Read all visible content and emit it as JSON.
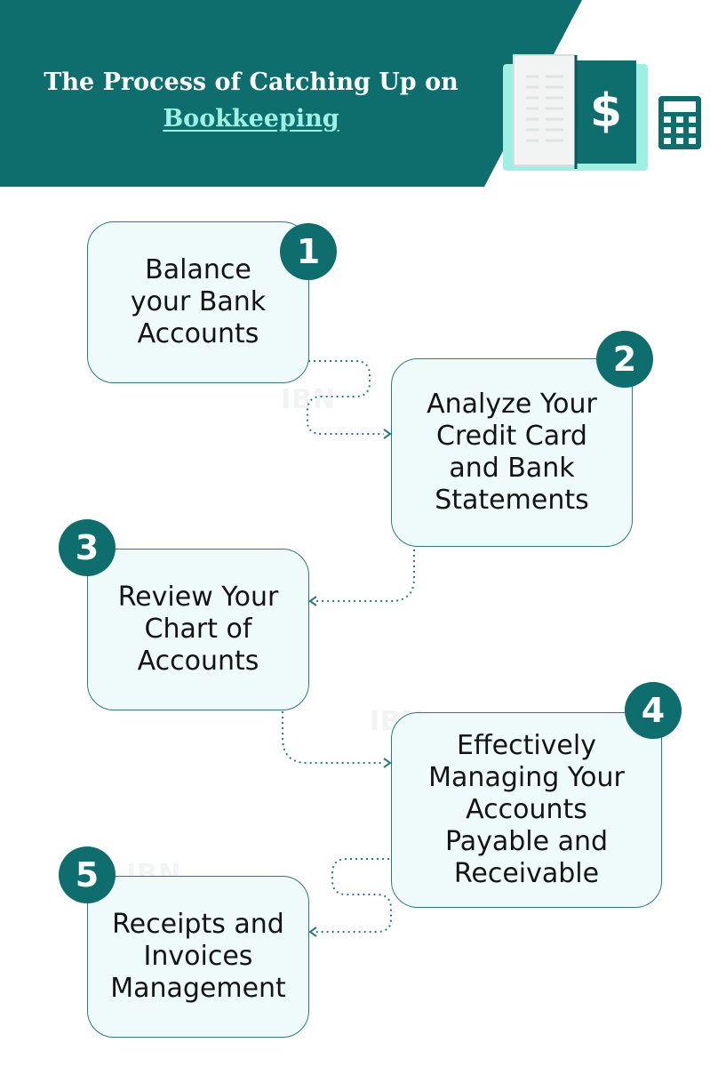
{
  "header": {
    "title_line1": "The Process of Catching Up on",
    "title_line2": "Bookkeeping"
  },
  "colors": {
    "primary": "#0d6e6d",
    "box_fill": "#effbfa",
    "accent": "#9ef0e3"
  },
  "icons": {
    "book": "book-dollar-icon",
    "calculator": "calculator-icon"
  },
  "steps": [
    {
      "number": "1",
      "lines": [
        "Balance",
        "your Bank",
        "Accounts"
      ]
    },
    {
      "number": "2",
      "lines": [
        "Analyze Your",
        "Credit Card",
        "and Bank",
        "Statements"
      ]
    },
    {
      "number": "3",
      "lines": [
        "Review Your",
        "Chart of",
        "Accounts"
      ]
    },
    {
      "number": "4",
      "lines": [
        "Effectively",
        "Managing Your",
        "Accounts",
        "Payable and",
        "Receivable"
      ]
    },
    {
      "number": "5",
      "lines": [
        "Receipts and",
        "Invoices",
        "Management"
      ]
    }
  ],
  "watermark": "IBN"
}
